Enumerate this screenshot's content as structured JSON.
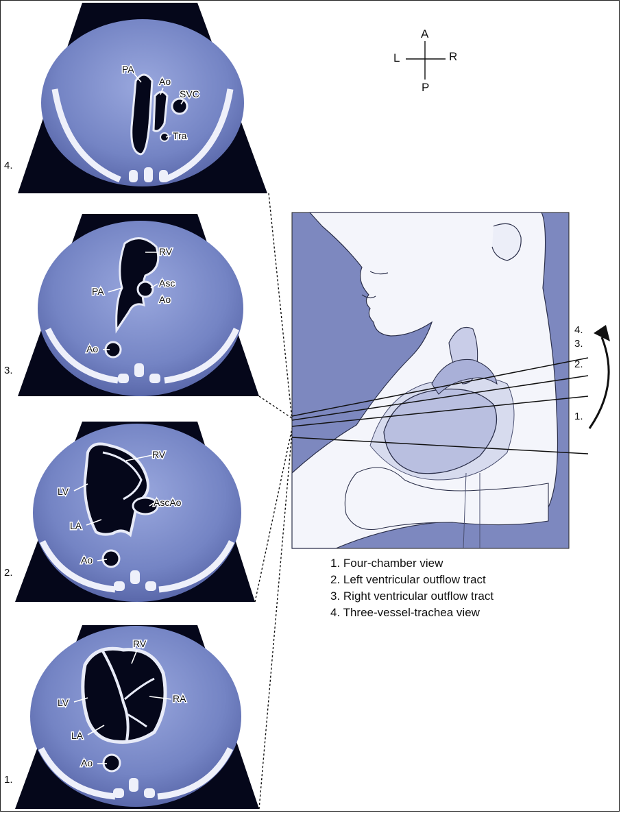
{
  "compass": {
    "up": "A",
    "down": "P",
    "left": "L",
    "right": "R"
  },
  "panels": [
    {
      "number": "4.",
      "labels": [
        "PA",
        "Ao",
        "SVC",
        "Tra"
      ]
    },
    {
      "number": "3.",
      "labels": [
        "RV",
        "PA",
        "Asc",
        "Ao",
        "Ao"
      ]
    },
    {
      "number": "2.",
      "labels": [
        "RV",
        "LV",
        "AscAo",
        "LA",
        "Ao"
      ]
    },
    {
      "number": "1.",
      "labels": [
        "RV",
        "LV",
        "RA",
        "LA",
        "Ao"
      ]
    }
  ],
  "illustration": {
    "plane_numbers": [
      "4.",
      "3.",
      "2.",
      "1."
    ]
  },
  "legend": [
    "1. Four-chamber view",
    "2. Left ventricular outflow tract",
    "3. Right ventricular outflow tract",
    "4. Three-vessel-trachea view"
  ],
  "colors": {
    "scan_blue": "#7f8fcc",
    "scan_dark": "#06081a",
    "illustration_bg": "#7d88bf",
    "skin": "#f4f5fb"
  }
}
